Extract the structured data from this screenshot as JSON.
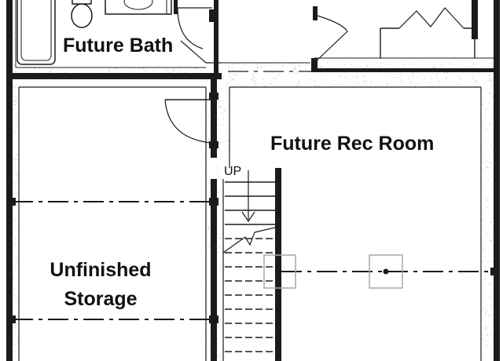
{
  "rooms": {
    "bath": "Future Bath",
    "rec": "Future Rec Room",
    "storage_line1": "Unfinished",
    "storage_line2": "Storage"
  },
  "stair_direction": "UP",
  "colors": {
    "wall": "#1b1b1b",
    "background": "#ffffff",
    "post_outline": "#a8a8a8"
  }
}
